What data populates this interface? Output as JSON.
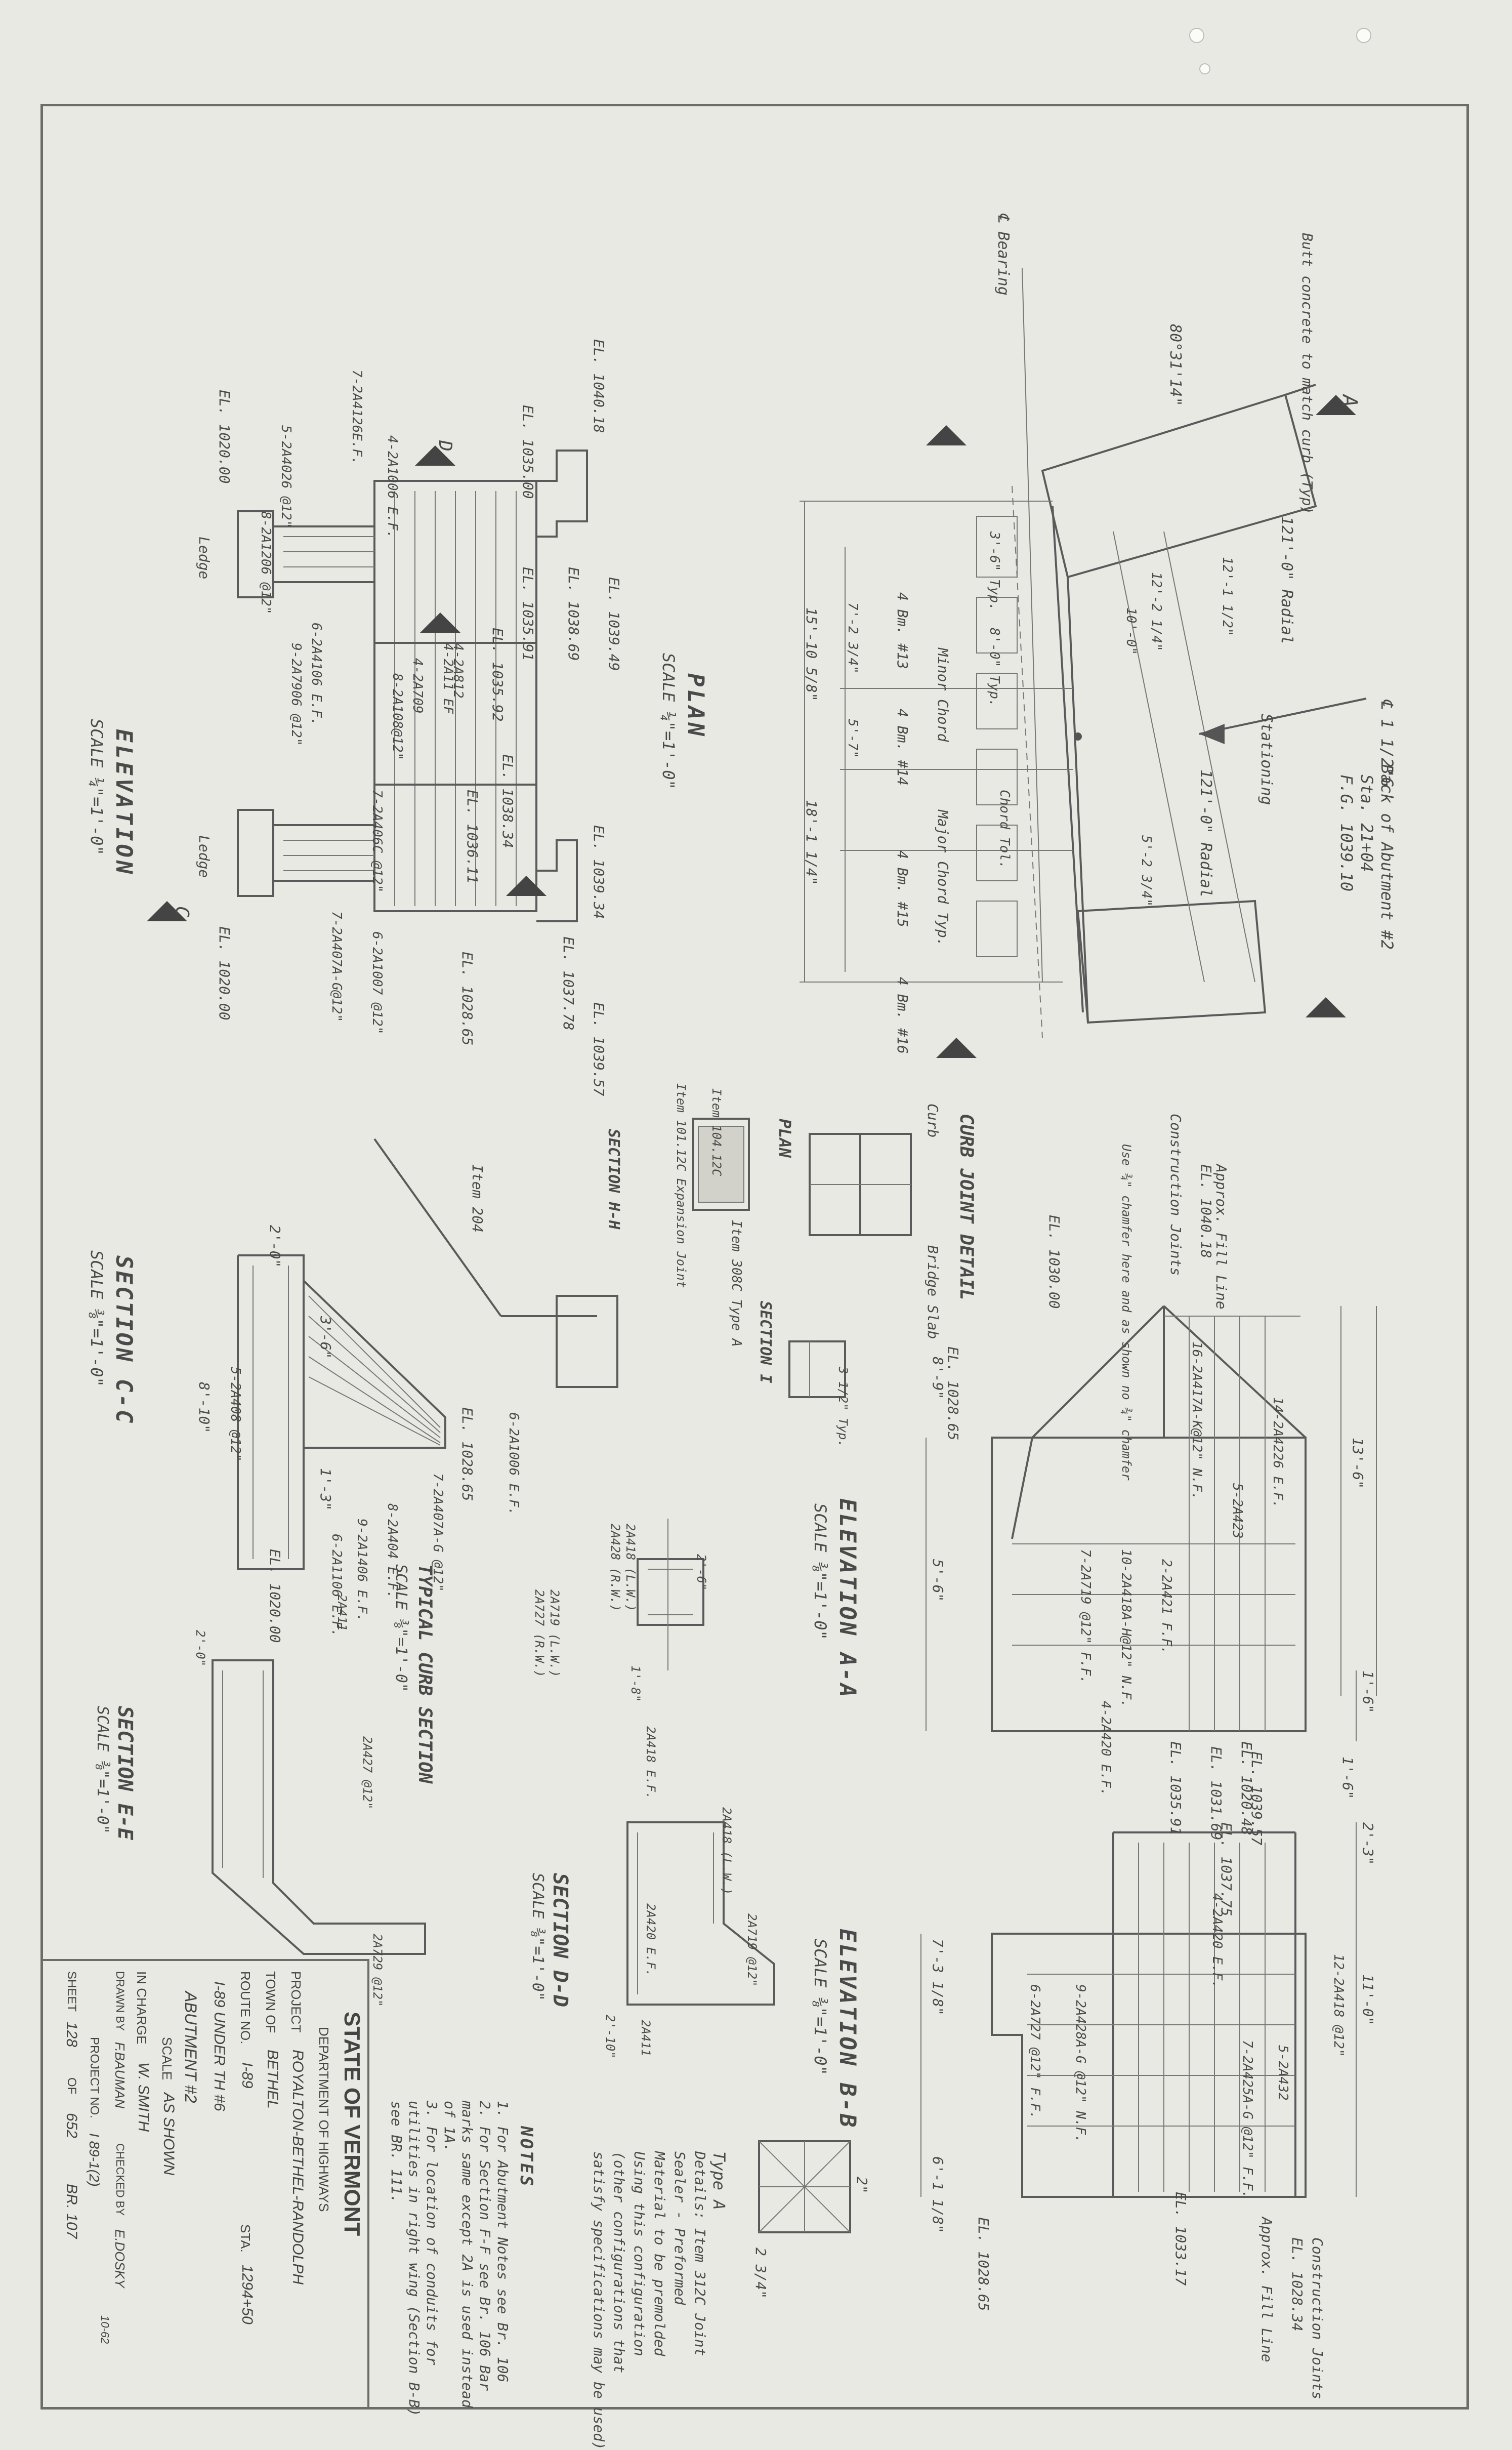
{
  "plan": {
    "labels": {
      "cl_bearing": "℄ Bearing",
      "butt_concrete": "Butt concrete to match curb (Typ)",
      "section_arrow_a": "A",
      "angle": "80°31'14\"",
      "cl_bearing_val": "℄ 1 1/2\"G",
      "back_of_abutment": "Back of Abutment #2",
      "sta": "Sta. 21+04",
      "fg": "F.G. 1039.10",
      "radius1": "121'-0\" Radial",
      "radius2": "121'-0\" Radial",
      "stationing": "Stationing",
      "title": "PLAN",
      "scale": "SCALE ¼\"=1'-0\"",
      "brg_13": "4 Bm. #13",
      "brg_14": "4 Bm. #14",
      "brg_15": "4 Bm. #15",
      "brg_16": "4 Bm. #16",
      "minor_chord": "Minor Chord",
      "major_chord": "Major Chord Typ.",
      "chord_tol": "Chord Tol.",
      "dims": [
        "15'-10 5/8\"",
        "18'-1 1/4\"",
        "7'-2 3/4\"",
        "5'-7\"",
        "8'-0\" Typ.",
        "3'-6\" Typ.",
        "10'-0\"",
        "12'-2 1/4\"",
        "5'-2 3/4\"",
        "12'-1 1/2\""
      ]
    }
  },
  "elevation": {
    "title": "ELEVATION",
    "scale": "SCALE ¼\"=1'-0\"",
    "els": [
      "EL. 1040.18",
      "EL. 1039.49",
      "EL. 1038.69",
      "EL. 1035.91",
      "EL. 1035.92",
      "EL. 1038.34",
      "EL. 1036.11",
      "EL. 1039.34",
      "EL. 1037.78",
      "EL. 1039.57",
      "EL. 1028.65",
      "EL. 1020.00",
      "EL. 1020.00",
      "EL. 1035.00"
    ],
    "bars": [
      "7-2A4126E.F.",
      "4-2A1006 E.F.",
      "5-2A4026 @12\"",
      "8-2A1206 @12\"",
      "9-2A7906 @12\"",
      "4-2A11 EF",
      "4-2A709",
      "8-2A108@12\"",
      "7-2A406C @12\"",
      "7-2A407A-G@12\"",
      "6-2A1007 @12\"",
      "6-2A4106 E.F.",
      "4-2A812"
    ],
    "ledge": "Ledge",
    "section_c": "C",
    "section_d": "D"
  },
  "curb_joint": {
    "title": "CURB JOINT DETAIL",
    "plan": "PLAN",
    "curb": "Curb",
    "bridge_slab": "Bridge Slab",
    "item_308c": "Item 308C Type A",
    "item_101": "Item 101.12C Expansion Joint",
    "section_i": "SECTION I",
    "section_hh": "SECTION H-H",
    "item_104": "Item 104.12C",
    "item_204": "Item 204",
    "elev_1": "3 1/2\" Typ."
  },
  "elevation_aa": {
    "title": "ELEVATION A-A",
    "scale": "SCALE ⅜\"=1'-0\"",
    "els": [
      "EL. 1040.18",
      "EL. 1030.00",
      "EL. 1028.65",
      "EL. 1020.48",
      "EL. 1031.69",
      "EL. 1035.91"
    ],
    "bars": [
      "16-2A417A-K@12\" N.F.",
      "14-2A4226 E.F.",
      "5-2A423",
      "10-2A418A-H@12\" N.F.",
      "7-2A719 @12\" F.F.",
      "4-2A420 E.F.",
      "2-2A421 F.F."
    ],
    "notes": [
      "Construction Joints",
      "Approx. Fill Line",
      "Use ¾\" chamfer here and as shown no ¾\" chamfer"
    ],
    "dims": [
      "13'-6\"",
      "8'-9\"",
      "5'-6\"",
      "1'-6\""
    ]
  },
  "elevation_bb": {
    "title": "ELEVATION B-B",
    "scale": "SCALE ⅜\"=1'-0\"",
    "els": [
      "EL. 1039.57",
      "EL. 1037.75",
      "EL. 1033.17",
      "EL. 1028.65",
      "EL. 1028.34"
    ],
    "bars": [
      "9-2A428A-G @12\" N.F.",
      "6-2A727 @12\" F.F.",
      "12-2A418 @12\"",
      "5-2A432",
      "4-2A420 E.F.",
      "7-2A425A-G @12\" F.F."
    ],
    "notes": [
      "Construction Joints",
      "Approx. Fill Line"
    ],
    "dims": [
      "11'-0\"",
      "7'-3 1/8\"",
      "6'-1 1/8\"",
      "2'-3\"",
      "1'-6\""
    ]
  },
  "section_cc": {
    "title": "SECTION C-C",
    "scale": "SCALE ⅜\"=1'-0\"",
    "dims": [
      "2'-0\"",
      "3'-6\"",
      "8'-10\"",
      "1'-3\""
    ],
    "els": [
      "EL. 1028.65",
      "EL. 1020.00"
    ],
    "bars": [
      "6-2A1006 E.F.",
      "5-2A408 @12\"",
      "9-2A1406 E.F.",
      "6-2A1106 E.F.",
      "7-2A407A-G @12\"",
      "8-2A404 E.F."
    ]
  },
  "typical_curb": {
    "title": "TYPICAL CURB SECTION",
    "scale": "SCALE ⅜\"=1'-0\"",
    "labels": [
      "2A418 (L.W.)",
      "2A428 (R.W.)",
      "2A719 (L.W.)",
      "2A727 (R.W.)",
      "1'-8\"",
      "2'-6\""
    ]
  },
  "section_dd": {
    "title": "SECTION D-D",
    "scale": "SCALE ⅜\"=1'-0\"",
    "labels": [
      "2A418 (L.W.)",
      "2A418 E.F.",
      "2A420 E.F.",
      "2A719 @12\"",
      "2'-10\"",
      "2A411"
    ]
  },
  "section_ee": {
    "title": "SECTION E-E",
    "scale": "SCALE ⅜\"=1'-0\"",
    "labels": [
      "2A411",
      "2'-0\"",
      "2A427 @12\"",
      "2A729 @12\""
    ]
  },
  "type_a": {
    "title": "Type A",
    "lines": [
      "Details: Item 312C Joint",
      "Sealer - Preformed",
      "Material to be premolded",
      "Using this configuration",
      "(other configurations that",
      "satisfy specifications may be used)"
    ],
    "dims": [
      "2\"",
      "2 3/4\""
    ]
  },
  "notes": {
    "title": "NOTES",
    "lines": [
      "1. For Abutment Notes see Br. 106",
      "2. For Section F-F see Br. 106 Bar",
      "   marks same except 2A is used instead",
      "   of 1A.",
      "3. For location of conduits for",
      "   utilities in right wing (Section B-B)",
      "   see BR. 111."
    ]
  },
  "title_block": {
    "state": "STATE OF VERMONT",
    "dept": "DEPARTMENT OF HIGHWAYS",
    "project_label": "PROJECT",
    "project": "ROYALTON-BETHEL-RANDOLPH",
    "town_label": "TOWN OF",
    "town": "BETHEL",
    "route_label": "ROUTE NO.",
    "route": "I-89",
    "sta_label": "STA.",
    "sta": "1294+50",
    "under": "I-89 UNDER TH #6",
    "abutment": "ABUTMENT #2",
    "scale_label": "SCALE",
    "scale": "AS SHOWN",
    "in_charge": "IN CHARGE",
    "in_charge_name": "W. SMITH",
    "drawn": "DRAWN BY",
    "drawn_name": "F.BAUMAN",
    "checked": "CHECKED BY",
    "checked_name": "E.DOSKY",
    "date": "10-62",
    "project_no_label": "PROJECT NO.",
    "project_no": "I 89-1(2)",
    "sheet_label": "SHEET",
    "sheet": "128",
    "of": "OF",
    "total": "652",
    "br": "BR. 107"
  }
}
